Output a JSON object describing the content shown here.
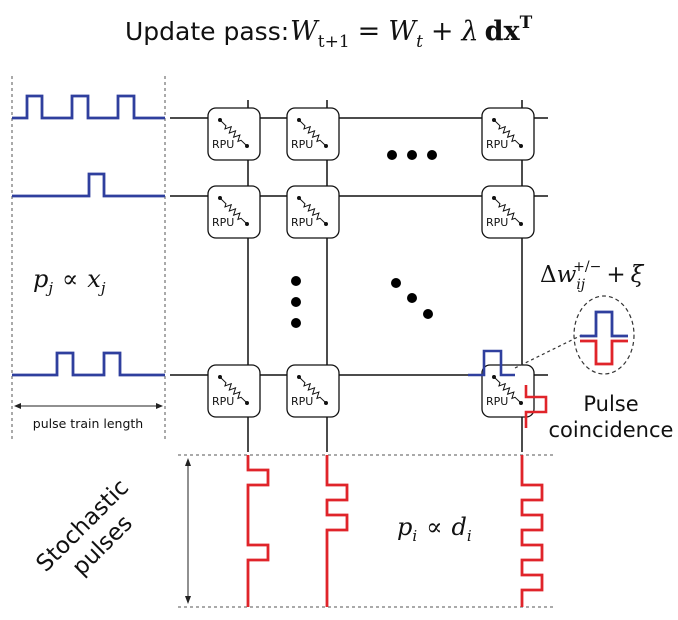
{
  "title": {
    "prefix": "Update pass:",
    "equation": [
      "W",
      "t+1",
      "=",
      "W",
      "t",
      "+",
      "λ",
      "dx",
      "T"
    ]
  },
  "device_label": "RPU",
  "left_label": {
    "p": "p",
    "sub": "j",
    "prop": "∝",
    "x": "x",
    "xsub": "j"
  },
  "pulse_train_length": "pulse train length",
  "delta_label": {
    "delta": "Δ",
    "w": "w",
    "sub": "ij",
    "sup": "+/−",
    "plus": "+",
    "xi": "ξ"
  },
  "pulse_coincidence": [
    "Pulse",
    "coincidence"
  ],
  "stochastic_pulses": [
    "Stochastic",
    "pulses"
  ],
  "bottom_label": {
    "p": "p",
    "sub": "i",
    "prop": "∝",
    "d": "d",
    "dsub": "i"
  },
  "colors": {
    "row_pulse": "#2f3f9e",
    "col_pulse": "#e0242a",
    "wire": "#111111"
  }
}
